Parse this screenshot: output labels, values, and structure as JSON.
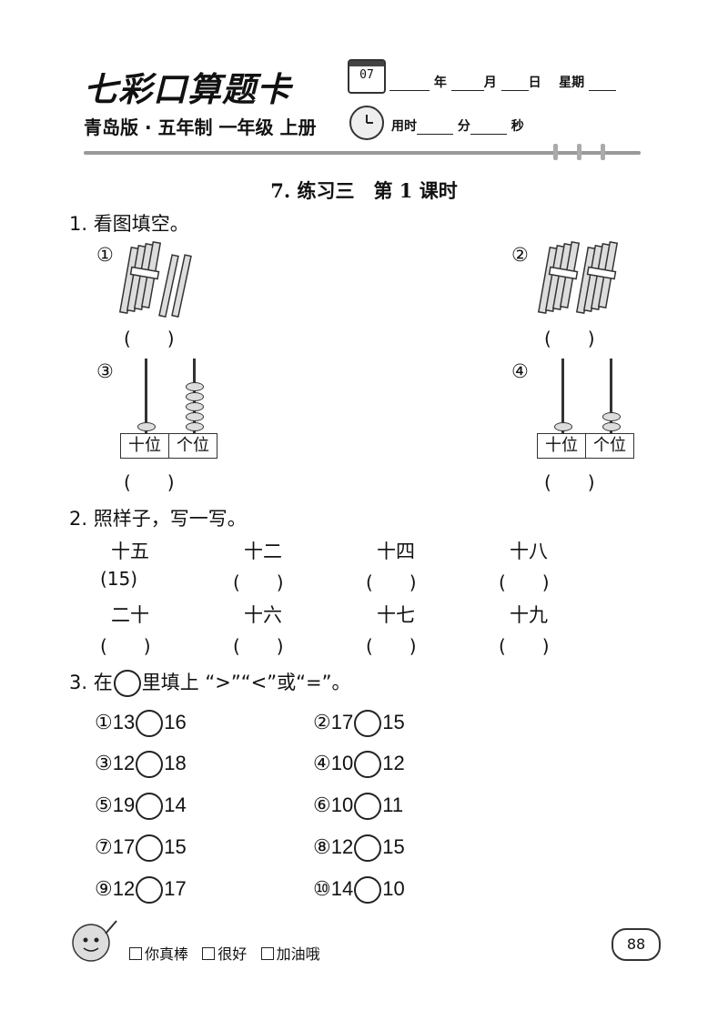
{
  "header": {
    "brand": "七彩口算题卡",
    "calendar_day": "07",
    "date_year": "年",
    "date_month": "月",
    "date_day": "日",
    "date_weekday": "星期",
    "edition": "青岛版 · 五年制 一年级 上册",
    "time_used": "用时",
    "minutes": "分",
    "seconds": "秒"
  },
  "lesson_title": "7. 练习三　第 1 课时",
  "q1": {
    "title": "1. 看图填空。",
    "items": [
      {
        "num": "①",
        "answer": "(　　)"
      },
      {
        "num": "②",
        "answer": "(　　)"
      },
      {
        "num": "③",
        "answer": "(　　)",
        "tens_label": "十位",
        "ones_label": "个位",
        "tens_beads": 1,
        "ones_beads": 5
      },
      {
        "num": "④",
        "answer": "(　　)",
        "tens_label": "十位",
        "ones_label": "个位",
        "tens_beads": 1,
        "ones_beads": 2
      }
    ]
  },
  "q2": {
    "title": "2. 照样子，写一写。",
    "row1_words": [
      "十五",
      "十二",
      "十四",
      "十八"
    ],
    "row1_answers": [
      "(15)",
      "(　　)",
      "(　　)",
      "(　　)"
    ],
    "row2_words": [
      "二十",
      "十六",
      "十七",
      "十九"
    ],
    "row2_answers": [
      "(　　)",
      "(　　)",
      "(　　)",
      "(　　)"
    ]
  },
  "q3": {
    "title_pre": "3. 在",
    "title_post": "里填上 “>”“<”或“=”。",
    "items": [
      {
        "num": "①",
        "a": "13",
        "b": "16"
      },
      {
        "num": "②",
        "a": "17",
        "b": "15"
      },
      {
        "num": "③",
        "a": "12",
        "b": "18"
      },
      {
        "num": "④",
        "a": "10",
        "b": "12"
      },
      {
        "num": "⑤",
        "a": "19",
        "b": "14"
      },
      {
        "num": "⑥",
        "a": "10",
        "b": "11"
      },
      {
        "num": "⑦",
        "a": "17",
        "b": "15"
      },
      {
        "num": "⑧",
        "a": "12",
        "b": "15"
      },
      {
        "num": "⑨",
        "a": "12",
        "b": "17"
      },
      {
        "num": "⑩",
        "a": "14",
        "b": "10"
      }
    ]
  },
  "footer": {
    "options": [
      "你真棒",
      "很好",
      "加油哦"
    ],
    "page_number": "88"
  }
}
